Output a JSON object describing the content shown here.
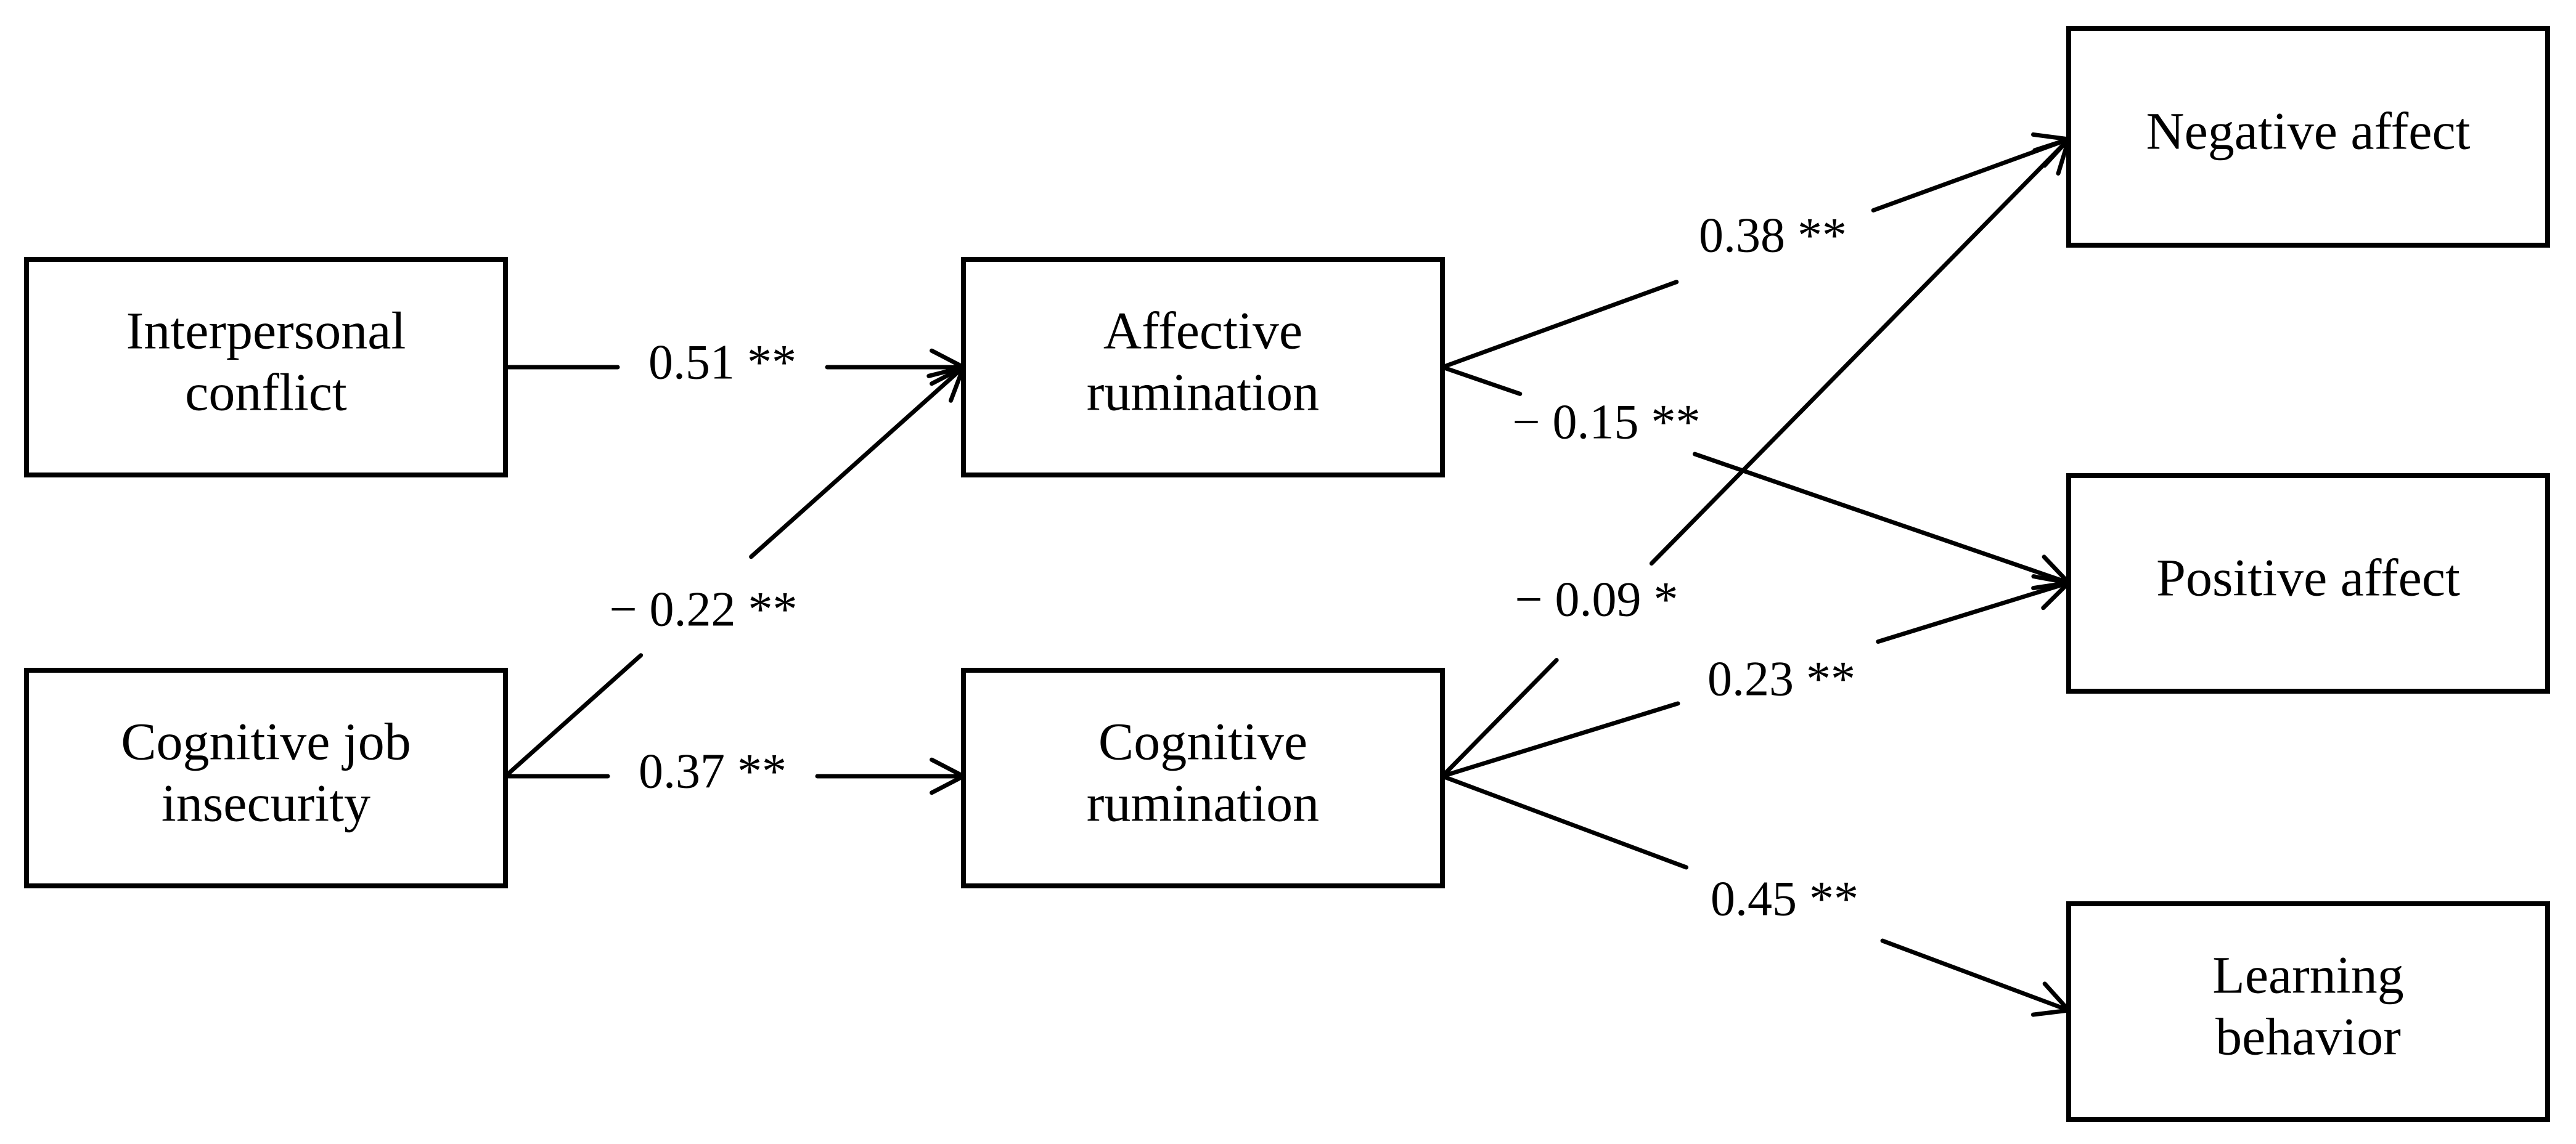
{
  "diagram": {
    "nodes": [
      {
        "id": "interpersonal-conflict",
        "lines": [
          "Interpersonal",
          "conflict"
        ]
      },
      {
        "id": "cognitive-job-insecurity",
        "lines": [
          "Cognitive job",
          "insecurity"
        ]
      },
      {
        "id": "affective-rumination",
        "lines": [
          "Affective",
          "rumination"
        ]
      },
      {
        "id": "cognitive-rumination",
        "lines": [
          "Cognitive",
          "rumination"
        ]
      },
      {
        "id": "negative-affect",
        "lines": [
          "Negative affect"
        ]
      },
      {
        "id": "positive-affect",
        "lines": [
          "Positive affect"
        ]
      },
      {
        "id": "learning-behavior",
        "lines": [
          "Learning",
          "behavior"
        ]
      }
    ],
    "edges": [
      {
        "id": "ic-to-ar",
        "from": "interpersonal-conflict",
        "to": "affective-rumination",
        "label": "0.51 **"
      },
      {
        "id": "cji-to-ar",
        "from": "cognitive-job-insecurity",
        "to": "affective-rumination",
        "label": "− 0.22 **"
      },
      {
        "id": "cji-to-cr",
        "from": "cognitive-job-insecurity",
        "to": "cognitive-rumination",
        "label": "0.37 **"
      },
      {
        "id": "ar-to-na",
        "from": "affective-rumination",
        "to": "negative-affect",
        "label": "0.38 **"
      },
      {
        "id": "ar-to-pa",
        "from": "affective-rumination",
        "to": "positive-affect",
        "label": "− 0.15 **"
      },
      {
        "id": "cr-to-na",
        "from": "cognitive-rumination",
        "to": "negative-affect",
        "label": "− 0.09 *"
      },
      {
        "id": "cr-to-pa",
        "from": "cognitive-rumination",
        "to": "positive-affect",
        "label": "0.23 **"
      },
      {
        "id": "cr-to-lb",
        "from": "cognitive-rumination",
        "to": "learning-behavior",
        "label": "0.45 **"
      }
    ]
  }
}
